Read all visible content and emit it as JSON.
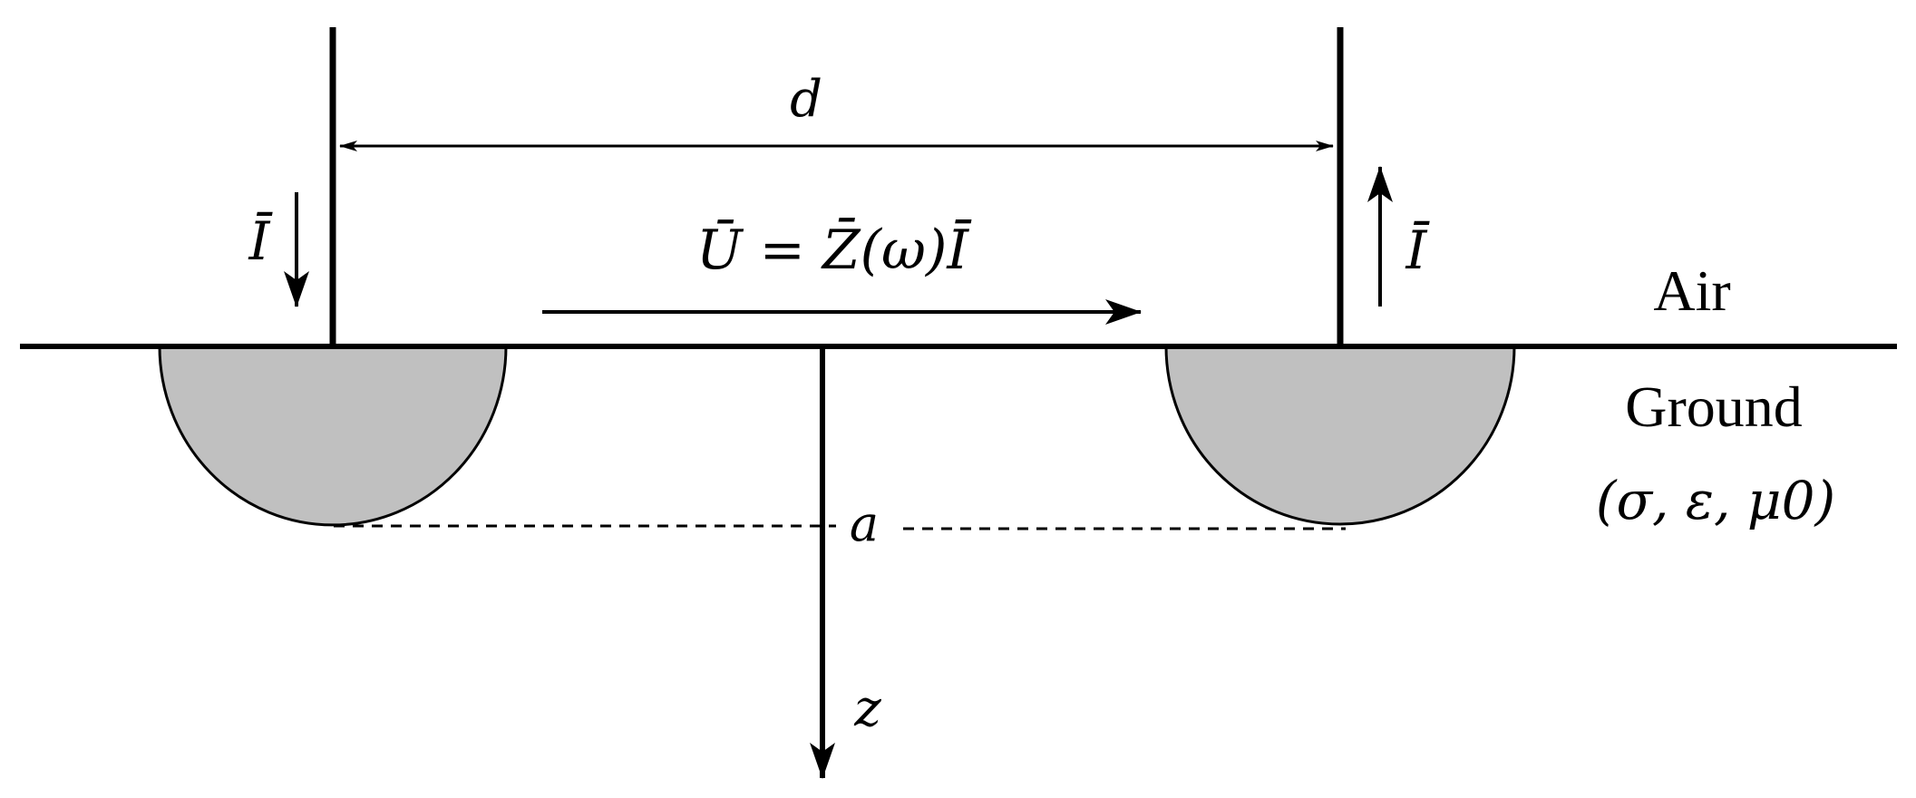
{
  "labels": {
    "distance": "d",
    "voltage_equation": "Ū = Z̄(ω)Ī",
    "current_left": "Ī",
    "current_right": "Ī",
    "upper_medium": "Air",
    "lower_medium": "Ground",
    "ground_parameters": "(σ, ε, μ0)",
    "radius": "a",
    "depth_axis": "z"
  },
  "colors": {
    "stroke": "#000000",
    "electrode_fill": "#c0c0c0",
    "background": "#ffffff"
  }
}
